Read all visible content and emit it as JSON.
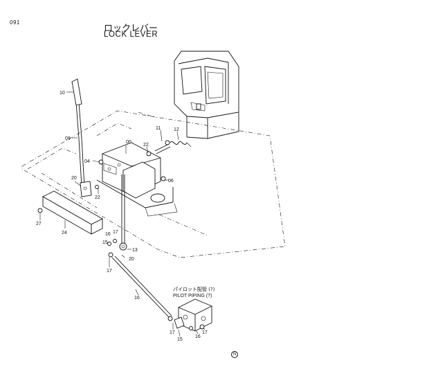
{
  "header": {
    "page_number": "091",
    "title_jp": "ロックレバー",
    "title_en": "LOCK LEVER"
  },
  "note": {
    "line1": "パイロット配管 (?)",
    "line2": "PILOT PIPING (?)"
  },
  "footer_mark": "N",
  "callouts": [
    "10",
    "09",
    "00",
    "11",
    "12",
    "22",
    "04",
    "06",
    "20",
    "22",
    "27",
    "24",
    "16",
    "17",
    "15",
    "13",
    "20",
    "17",
    "16",
    "17",
    "15",
    "16",
    "17"
  ]
}
